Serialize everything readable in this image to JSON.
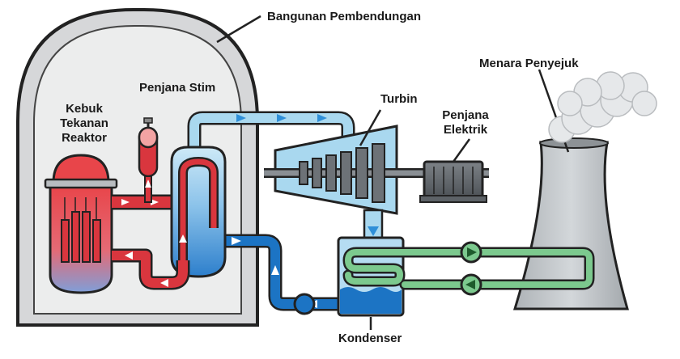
{
  "labels": {
    "containment": "Bangunan Pembendungan",
    "steam_generator": "Penjana Stim",
    "reactor_vessel": [
      "Kebuk",
      "Tekanan",
      "Reaktor"
    ],
    "turbine": "Turbin",
    "generator": [
      "Penjana",
      "Elektrik"
    ],
    "cooling_tower": "Menara Penyejuk",
    "condenser": "Kondenser"
  },
  "colors": {
    "primary_loop": "#d9363e",
    "primary_loop_light": "#f3a3a3",
    "steam": "#a9d8ef",
    "condensate": "#1c74c4",
    "cooling_loop": "#7cc98e",
    "containment_fill": "#e2e3e4",
    "tower_fill": "#c9cdd0"
  }
}
